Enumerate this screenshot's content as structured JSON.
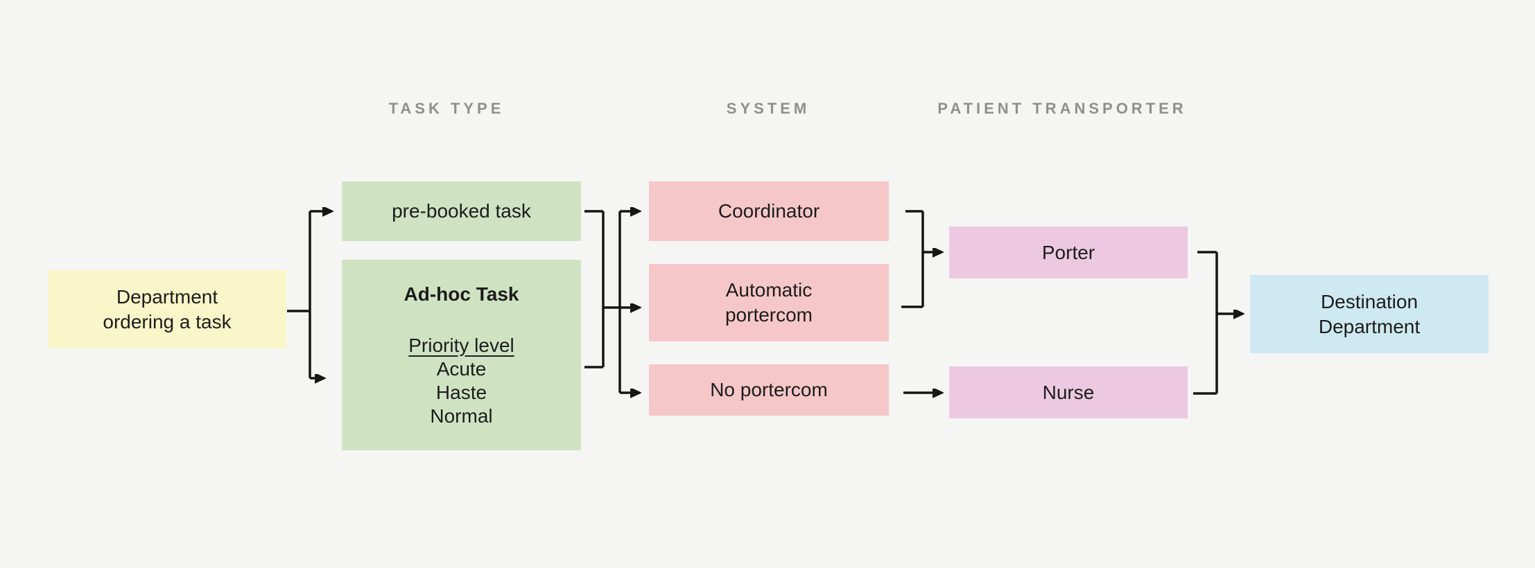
{
  "column_headers": [
    {
      "id": "task-type",
      "label": "TASK TYPE"
    },
    {
      "id": "system",
      "label": "SYSTEM"
    },
    {
      "id": "patient-transporter",
      "label": "PATIENT TRANSPORTER"
    }
  ],
  "nodes": {
    "department": {
      "label_lines": [
        "Department",
        "ordering a task"
      ],
      "color": "#f9f7c9"
    },
    "prebooked": {
      "label": "pre-booked task",
      "color": "#cfe3c2"
    },
    "adhoc": {
      "title": "Ad-hoc Task",
      "subtitle": "Priority level",
      "items": [
        "Acute",
        "Haste",
        "Normal"
      ],
      "color": "#cfe3c2"
    },
    "coordinator": {
      "label": "Coordinator",
      "color": "#f6c7c9"
    },
    "automatic": {
      "label_lines": [
        "Automatic",
        "portercom"
      ],
      "color": "#f6c7c9"
    },
    "noportercom": {
      "label": "No portercom",
      "color": "#f6c7c9"
    },
    "porter": {
      "label": "Porter",
      "color": "#ecc9e0"
    },
    "nurse": {
      "label": "Nurse",
      "color": "#ecc9e0"
    },
    "destination": {
      "label_lines": [
        "Destination",
        "Department"
      ],
      "color": "#cfe9f2"
    }
  },
  "colors": {
    "background": "#f5f5f3",
    "connector": "#151515",
    "header_text": "#8f8f8f",
    "node_text": "#1c1c1c"
  }
}
